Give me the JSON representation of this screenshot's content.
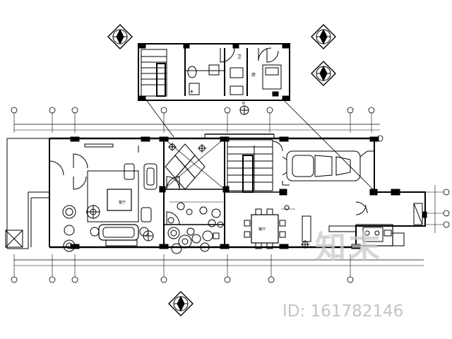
{
  "drawing": {
    "title": "",
    "room_labels": {
      "upper_wc": "卫",
      "upper_room": "房",
      "living": "客厅",
      "dining": "餐厅"
    },
    "dim_tag": "+",
    "compass_mark": "N"
  },
  "watermark": {
    "logo_text": "知末",
    "id_text": "ID: 161782146",
    "color": "#bdbdbd"
  },
  "colors": {
    "ink": "#000000",
    "paper": "#ffffff"
  },
  "icons": [
    "north-arrow-icon",
    "axis-bubble-icon",
    "car-icon",
    "stair-icon",
    "sofa-icon",
    "dining-table-icon",
    "plant-icon"
  ]
}
